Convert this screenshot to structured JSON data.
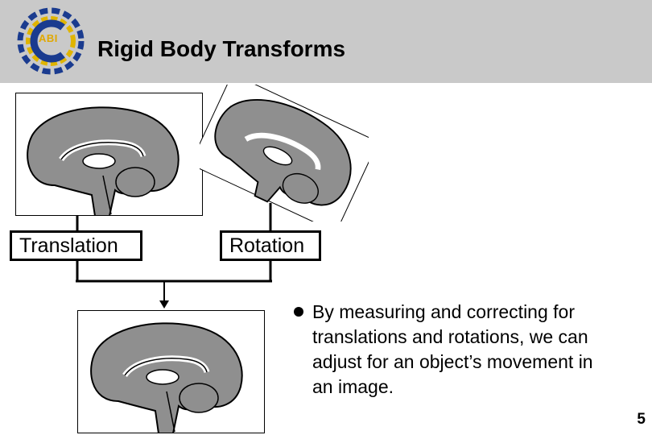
{
  "slide": {
    "title": "Rigid Body Transforms",
    "logo_text": "ABI",
    "page_number": "5"
  },
  "diagram": {
    "label_translation": "Translation",
    "label_rotation": "Rotation"
  },
  "bullet": {
    "text": "By measuring and correcting for translations and rotations, we can adjust for an object’s movement in an image."
  }
}
